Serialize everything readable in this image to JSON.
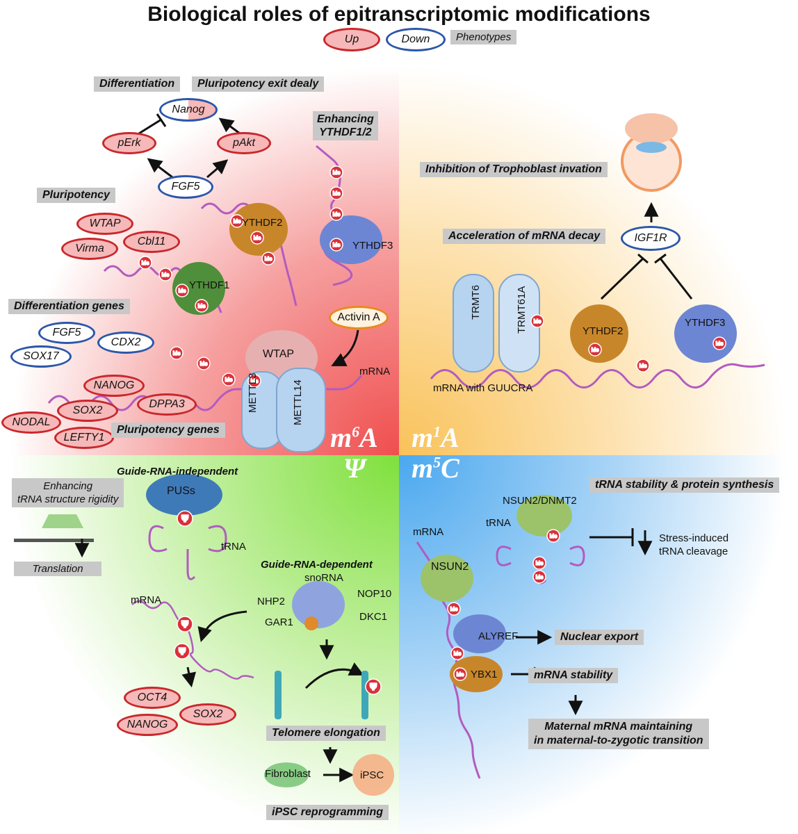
{
  "title": "Biological roles of epitranscriptomic modifications",
  "legend": {
    "up": "Up",
    "down": "Down",
    "phenotypes": "Phenotypes"
  },
  "quadrants": {
    "m6a": "m6A",
    "m1a": "m1A",
    "psi": "Ψ",
    "m5c": "m5C"
  },
  "m6a": {
    "pheno_differentiation": "Differentiation",
    "pheno_pluri_exit": "Pluripotency exit dealy",
    "pheno_enhancing": "Enhancing",
    "pheno_ythdf12": "YTHDF1/2",
    "pheno_pluripotency": "Pluripotency",
    "pheno_diff_genes": "Differentiation genes",
    "pheno_pluri_genes": "Pluripotency genes",
    "nanog": "Nanog",
    "perk": "pErk",
    "pakt": "pAkt",
    "fgf5_top": "FGF5",
    "wtap": "WTAP",
    "virma": "Virma",
    "cbl11": "Cbl11",
    "fgf5": "FGF5",
    "cdx2": "CDX2",
    "sox17": "SOX17",
    "nanog_gene": "NANOG",
    "dppa3": "DPPA3",
    "sox2": "SOX2",
    "nodal": "NODAL",
    "lefty1": "LEFTY1",
    "ythdf2": "YTHDF2",
    "ythdf3": "YTHDF3",
    "ythdf1": "YTHDF1",
    "wtap_protein": "WTAP",
    "mettl3": "METTL3",
    "mettl14": "METTL14",
    "activin": "Activin A",
    "mrna": "mRNA"
  },
  "m1a": {
    "pheno_trophoblast": "Inhibition of Trophoblast invation",
    "pheno_decay": "Acceleration of mRNA decay",
    "igf1r": "IGF1R",
    "trmt6": "TRMT6",
    "trmt61a": "TRMT61A",
    "ythdf2": "YTHDF2",
    "ythdf3": "YTHDF3",
    "mrna_guucra": "mRNA with GUUCRA"
  },
  "psi": {
    "guide_indep": "Guide-RNA-independent",
    "pheno_rigidity_1": "Enhancing",
    "pheno_rigidity_2": "tRNA structure rigidity",
    "pheno_translation": "Translation",
    "puss": "PUSs",
    "trna": "tRNA",
    "guide_dep": "Guide-RNA-dependent",
    "snorna": "snoRNA",
    "nhp2": "NHP2",
    "nop10": "NOP10",
    "gar1": "GAR1",
    "dkc1": "DKC1",
    "mrna": "mRNA",
    "oct4": "OCT4",
    "sox2": "SOX2",
    "nanog": "NANOG",
    "pheno_telomere": "Telomere elongation",
    "fibroblast": "Fibroblast",
    "ipsc": "iPSC",
    "pheno_ipsc": "iPSC reprogramming"
  },
  "m5c": {
    "pheno_trna_stability": "tRNA stability & protein synthesis",
    "nsun2_dnmt2": "NSUN2/DNMT2",
    "trna": "tRNA",
    "stress_1": "Stress-induced",
    "stress_2": "tRNA cleavage",
    "mrna": "mRNA",
    "nsun2": "NSUN2",
    "alyref": "ALYREF",
    "ybx1": "YBX1",
    "pheno_export": "Nuclear export",
    "pheno_stability": "mRNA stability",
    "pheno_maternal_1": "Maternal mRNA maintaining",
    "pheno_maternal_2": "in maternal-to-zygotic transition"
  },
  "me": "Me",
  "psi_mark": "Ψ",
  "colors": {
    "up_border": "#c8282c",
    "down_border": "#2b57a8",
    "m6a_bg": "#f26a6a",
    "m1a_bg": "#fcd58a",
    "psi_bg": "#8ee05a",
    "m5c_bg": "#6ab4ef",
    "mrna": "#b25bc0",
    "me": "#d9313a"
  }
}
